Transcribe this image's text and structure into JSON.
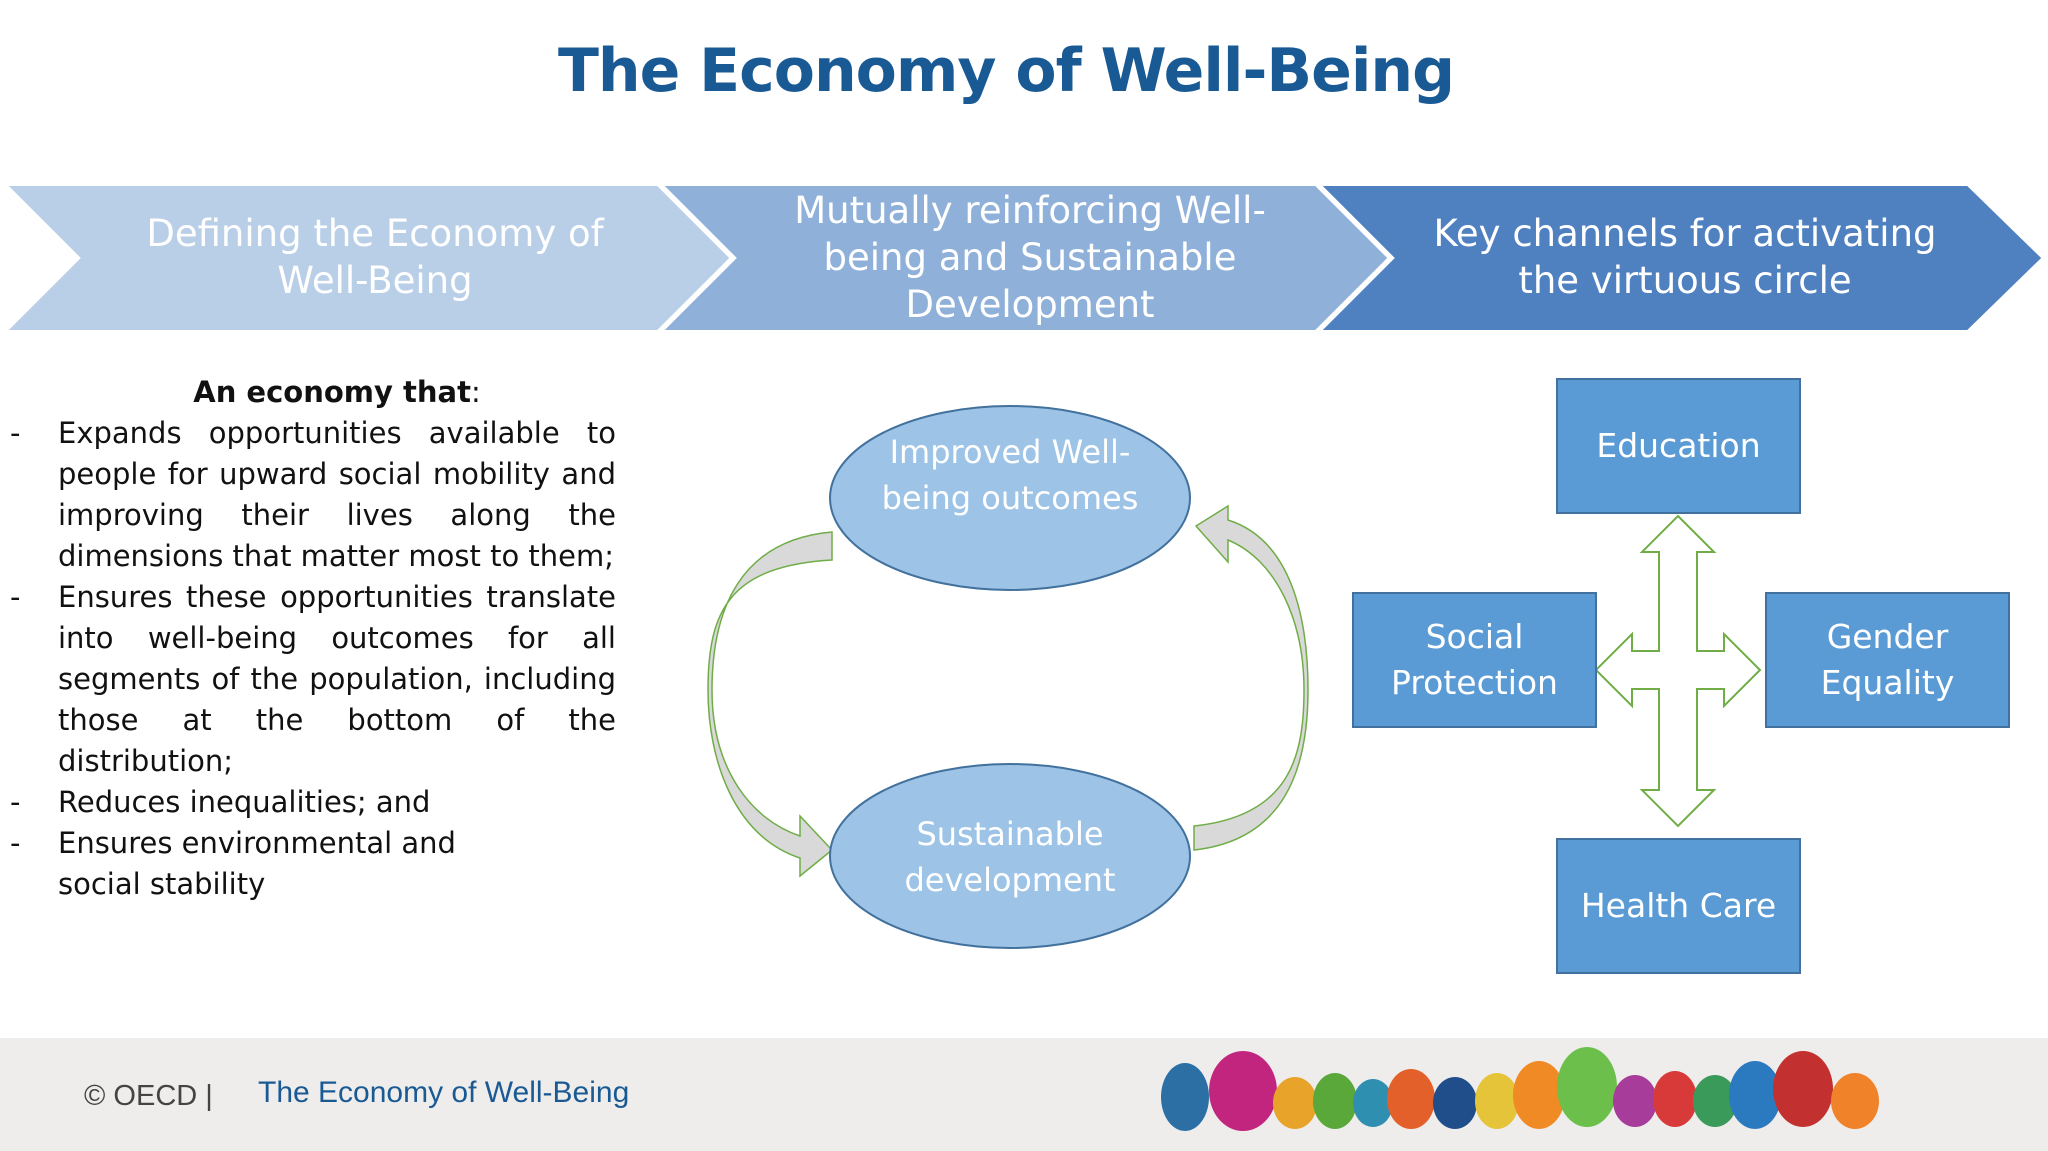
{
  "title": "The Economy of Well-Being",
  "chevrons": [
    {
      "label": "Defining the Economy of Well-Being",
      "color": "#b9cfe8"
    },
    {
      "label": "Mutually reinforcing Well-being and Sustainable Development",
      "color": "#8fb0d9"
    },
    {
      "label": "Key channels for activating the virtuous circle",
      "color": "#4f80c0"
    }
  ],
  "definition": {
    "heading": "An economy that",
    "heading_suffix": ":",
    "items": [
      "Expands opportunities available to people for upward social mobility and improving their lives along the dimensions that matter most to them;",
      "Ensures these opportunities translate into well-being outcomes for all segments of the population, including those at the bottom of the distribution;",
      "Reduces inequalities; and",
      "Ensures environmental and social stability"
    ]
  },
  "cycle": {
    "top": "Improved Well-being outcomes",
    "bottom": "Sustainable development",
    "ellipse_color": "#9dc3e6"
  },
  "channels": {
    "top": "Education",
    "left": "Social Protection",
    "right": "Gender Equality",
    "bottom": "Health Care",
    "box_color": "#5b9bd5"
  },
  "footer": {
    "copyright": "© OECD |",
    "title": "The Economy of Well-Being"
  }
}
